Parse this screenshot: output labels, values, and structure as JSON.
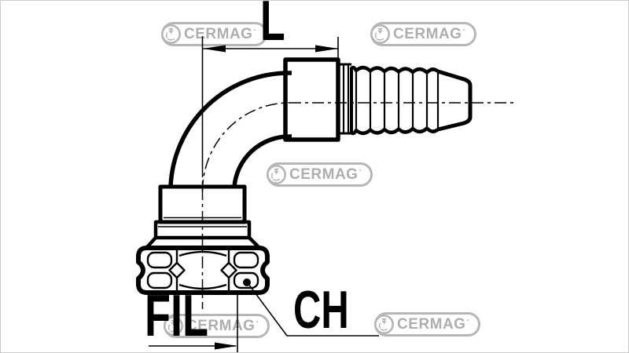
{
  "canvas": {
    "background": "#ffffff",
    "frame_color": "#cbcbcb"
  },
  "diagram": {
    "line_color": "#000000",
    "labels": {
      "length_dim": "L",
      "thread_dim": "FIL",
      "hex_dim": "CH"
    }
  },
  "watermark": {
    "brand": "CERMAG",
    "registered_dot": "·",
    "color": "#b2b2b2",
    "instances": 5
  }
}
